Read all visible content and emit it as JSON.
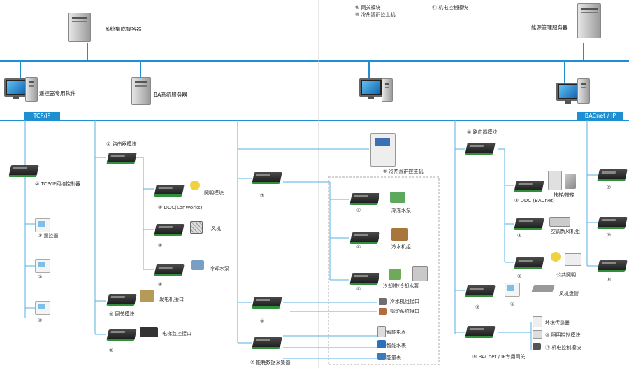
{
  "servers": {
    "integration": "系统集成服务器",
    "energy": "能源管理服务器",
    "remote": "遥控器专用软件",
    "ba": "BA系统服务器"
  },
  "networks": {
    "tcpip": "TCP/IP",
    "bacnet": "BACnet / IP"
  },
  "top_legend": [
    "⑤ 网关模块",
    "⑩ 冷热源群控主机",
    "⑪ 机电控制模块"
  ],
  "left_column": {
    "controller": "② TCP/IP网络控制器",
    "panel1": "③ 遥控器",
    "panel2": "③",
    "panel3": "③"
  },
  "ba_column": {
    "router": "① 路由器模块",
    "ddc_lon": "④ DDC(LonWorks)",
    "ddc2": "④",
    "ddc3": "④",
    "dev_sensor": "照明模块",
    "dev_fan": "风机",
    "dev_pump": "冷却水泵",
    "gateway_port": "发电机接口",
    "gateway": "⑤ 网关模块",
    "elevator_if": "电梯监控接口",
    "gw2": "⑤"
  },
  "middle_column": {
    "chiller_host": "⑥ 冷热源群控主机",
    "ctrl1": "⑦",
    "ddc_a": "④",
    "ddc_b": "④",
    "ddc_c": "④",
    "dev_chw_pump": "冷冻水泵",
    "dev_chiller": "冷水机组",
    "dev_tower": "冷却塔/冷却水泵",
    "chiller_if": "冷水机组接口",
    "boiler_if": "锅炉系统接口",
    "ctrl2": "⑤",
    "elec_meter": "智能电表",
    "water_meter": "智能水表",
    "heat_meter": "能量表",
    "collector": "⑦ 能耗数据采集器"
  },
  "right_column": {
    "router": "① 路由器模块",
    "ddc_bac": "⑧ DDC (BACnet)",
    "ddc8b": "⑧",
    "ddc8c": "⑧",
    "dev_elevator": "扶梯/扶梯",
    "dev_ahu": "空调新风机组",
    "dev_lighting": "公共照明",
    "dev_fancoil": "风机盘管",
    "dev_vav": "⑤",
    "gw_right": "⑨",
    "env_sensor": "环境传感器",
    "lighting_ctrl": "⑩ 照明控制模块",
    "mech_ctrl": "⑪ 机电控制模块",
    "bacnet_gw": "⑨ BACnet / IP专用网关",
    "r1": "⑨",
    "r2": "⑨",
    "r3": "⑨"
  }
}
